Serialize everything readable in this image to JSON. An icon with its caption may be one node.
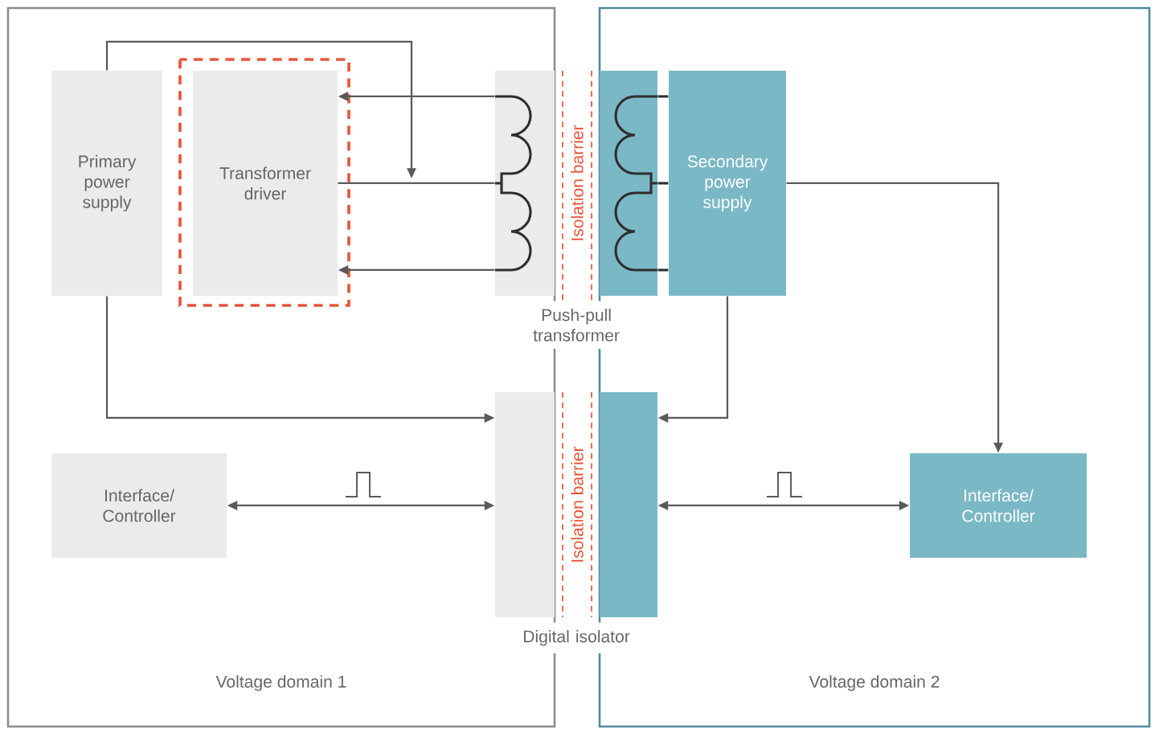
{
  "diagram": {
    "nodes": [
      {
        "text": [
          "Voltage domain 1"
        ]
      },
      {
        "text": [
          "Voltage domain 2"
        ]
      },
      {
        "text": [
          "Primary power supply"
        ],
        "in": 0
      },
      {
        "text": [
          "Transformer driver"
        ],
        "in": 0
      },
      {
        "text": [
          "Push-pull transformer"
        ]
      },
      {
        "text": [],
        "shape": "box",
        "in": 0
      },
      {
        "text": [],
        "shape": "box",
        "in": 1
      },
      {
        "text": [
          "Secondary power supply"
        ],
        "in": 1
      },
      {
        "text": [
          "Digital isolator"
        ]
      },
      {
        "text": [],
        "shape": "box",
        "in": 0
      },
      {
        "text": [],
        "shape": "box",
        "in": 1
      },
      {
        "text": [
          "Interface/ Controller"
        ],
        "in": 0
      },
      {
        "text": [
          "Interface/ Controller"
        ],
        "in": 1
      }
    ],
    "edges": [
      {
        "from": 2,
        "to": null,
        "arrow": "to"
      },
      {
        "from": 5,
        "to": 3,
        "arrow": "to"
      },
      {
        "from": 3,
        "to": 5,
        "arrow": "none"
      },
      {
        "from": 5,
        "to": 3,
        "arrow": "to"
      },
      {
        "from": 2,
        "to": 9,
        "arrow": "to"
      },
      {
        "from": 11,
        "to": 9,
        "arrow": "both"
      },
      {
        "from": 7,
        "to": 12,
        "arrow": "to"
      },
      {
        "from": 7,
        "to": 10,
        "arrow": "to"
      },
      {
        "from": 6,
        "to": 7,
        "arrow": "none"
      },
      {
        "from": 6,
        "to": 7,
        "arrow": "none"
      },
      {
        "from": 6,
        "to": 7,
        "arrow": "none"
      },
      {
        "from": 10,
        "to": 12,
        "arrow": "both"
      }
    ],
    "labels": [
      "Isolation barrier",
      "Isolation barrier"
    ]
  }
}
